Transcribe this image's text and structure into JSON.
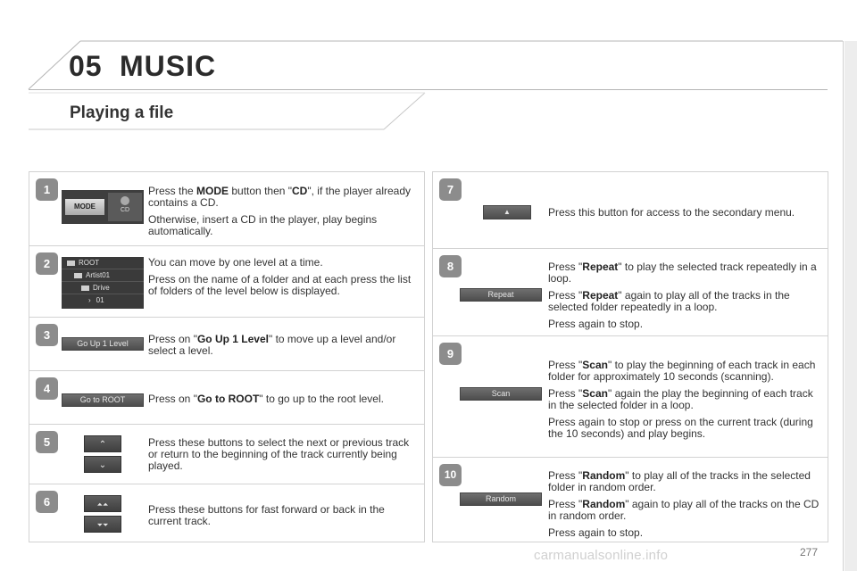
{
  "header": {
    "chapter_number": "05",
    "chapter_title": "MUSIC",
    "section_title": "Playing a file"
  },
  "steps": [
    {
      "number": "1",
      "paragraphs": [
        [
          "Press the ",
          "MODE",
          " button then \"",
          "CD",
          "\", if the player already contains a CD."
        ],
        [
          "Otherwise, insert a CD in the player, play begins automatically."
        ]
      ],
      "ui": {
        "mode": "MODE",
        "cd": "CD"
      }
    },
    {
      "number": "2",
      "paragraphs": [
        [
          "You can move by one level at a time."
        ],
        [
          "Press on the name of a folder and at each press the list of folders of the level below is displayed."
        ]
      ],
      "ui": {
        "folders": [
          "ROOT",
          "Artist01",
          "Drive",
          "01"
        ]
      }
    },
    {
      "number": "3",
      "paragraphs": [
        [
          "Press on \"",
          "Go Up 1 Level",
          "\" to move up a level and/or select a level."
        ]
      ],
      "ui": {
        "button": "Go Up 1 Level"
      }
    },
    {
      "number": "4",
      "paragraphs": [
        [
          "Press on \"",
          "Go to ROOT",
          "\" to go up to the root level."
        ]
      ],
      "ui": {
        "button": "Go to ROOT"
      }
    },
    {
      "number": "5",
      "paragraphs": [
        [
          "Press these buttons to select the next or previous track or return to the beginning of the track currently being played."
        ]
      ],
      "ui": {
        "up": "⌃",
        "down": "⌄"
      }
    },
    {
      "number": "6",
      "paragraphs": [
        [
          "Press these buttons for fast forward or back in the current track."
        ]
      ],
      "ui": {
        "up": "⏶⏶",
        "down": "⏷⏷"
      }
    },
    {
      "number": "7",
      "paragraphs": [
        [
          "Press this button for access to the secondary menu."
        ]
      ],
      "ui": {
        "button": "▲"
      }
    },
    {
      "number": "8",
      "paragraphs": [
        [
          "Press \"",
          "Repeat",
          "\" to play the selected track repeatedly in a loop."
        ],
        [
          "Press \"",
          "Repeat",
          "\" again to play all of the tracks in the selected folder repeatedly in a loop."
        ],
        [
          "Press again to stop."
        ]
      ],
      "ui": {
        "button": "Repeat"
      }
    },
    {
      "number": "9",
      "paragraphs": [
        [
          "Press \"",
          "Scan",
          "\" to play the beginning of each track in each folder for approximately 10 seconds (scanning)."
        ],
        [
          "Press \"",
          "Scan",
          "\" again the play the beginning of each track in the selected folder in a loop."
        ],
        [
          "Press again to stop or press on the current track (during the 10 seconds) and play begins."
        ]
      ],
      "ui": {
        "button": "Scan"
      }
    },
    {
      "number": "10",
      "paragraphs": [
        [
          "Press \"",
          "Random",
          "\" to play all of the tracks in the selected folder in random order."
        ],
        [
          "Press \"",
          "Random",
          "\" again to play all of the tracks on the CD in random order."
        ],
        [
          "Press again to stop."
        ]
      ],
      "ui": {
        "button": "Random"
      }
    }
  ],
  "footer": {
    "page_number": "277",
    "watermark": "carmanualsonline.info"
  },
  "colors": {
    "step_badge": "#8c8c8c",
    "screen_button": "#5a5a5a",
    "rule": "#d2d2d2"
  }
}
